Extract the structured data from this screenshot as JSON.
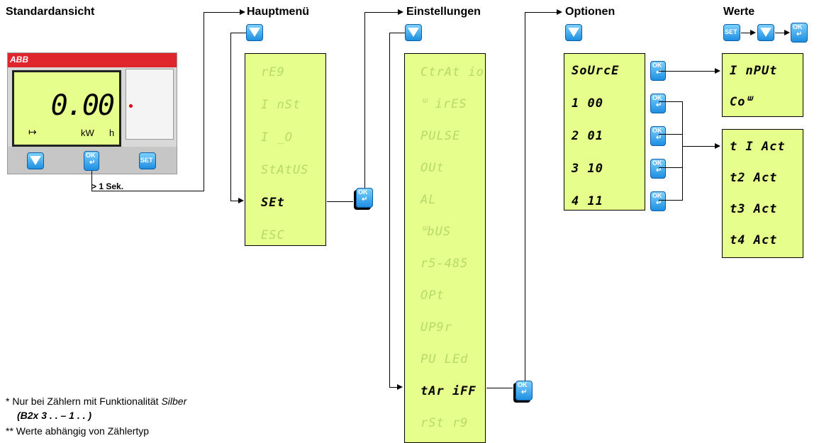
{
  "headers": {
    "standard": "Standardansicht",
    "hauptmenu": "Hauptmenü",
    "einstellungen": "Einstellungen",
    "optionen": "Optionen",
    "werte": "Werte"
  },
  "meter": {
    "brand": "ABB",
    "reading": "0.00",
    "unit_kw": "kW",
    "unit_h": "h",
    "indicator": "↦",
    "hold_label": "> 1 Sek."
  },
  "buttons": {
    "ok_text": "OK",
    "ok_arrow": "↵",
    "set_text": "SET"
  },
  "hauptmenu": [
    "rE9",
    "I nSt",
    "I _O",
    "StAtUS",
    "SEt",
    "ESC"
  ],
  "hauptmenu_active": 4,
  "einstellungen": [
    "CtrAt io",
    "ᐜ irES",
    "PULSE",
    "OUt",
    "AL",
    "ᐜbUS",
    "r5-485",
    "OPt",
    "UP9r",
    "PU LEd",
    "tAr iFF",
    "rSt r9"
  ],
  "einstellungen_active": 10,
  "optionen": [
    "SoUrcE",
    "1  00",
    "2  01",
    "3  10",
    "4  11"
  ],
  "werte_input": [
    "I nPUt",
    "Coᐜ"
  ],
  "werte_act": [
    "t I Act",
    "t2 Act",
    "t3 Act",
    "t4 Act"
  ],
  "notes": {
    "n1": "* Nur bei Zählern mit Funktionalität ",
    "n1_italic": "Silber",
    "n2": "(B2x 3 . . – 1 . . )",
    "n3": "** Werte abhängig von Zählertyp"
  },
  "colors": {
    "lcd": "#e6ff8c",
    "lcd_dim": "#b6da68",
    "button": "#1e8fe0",
    "abb_red": "#e0262d"
  }
}
